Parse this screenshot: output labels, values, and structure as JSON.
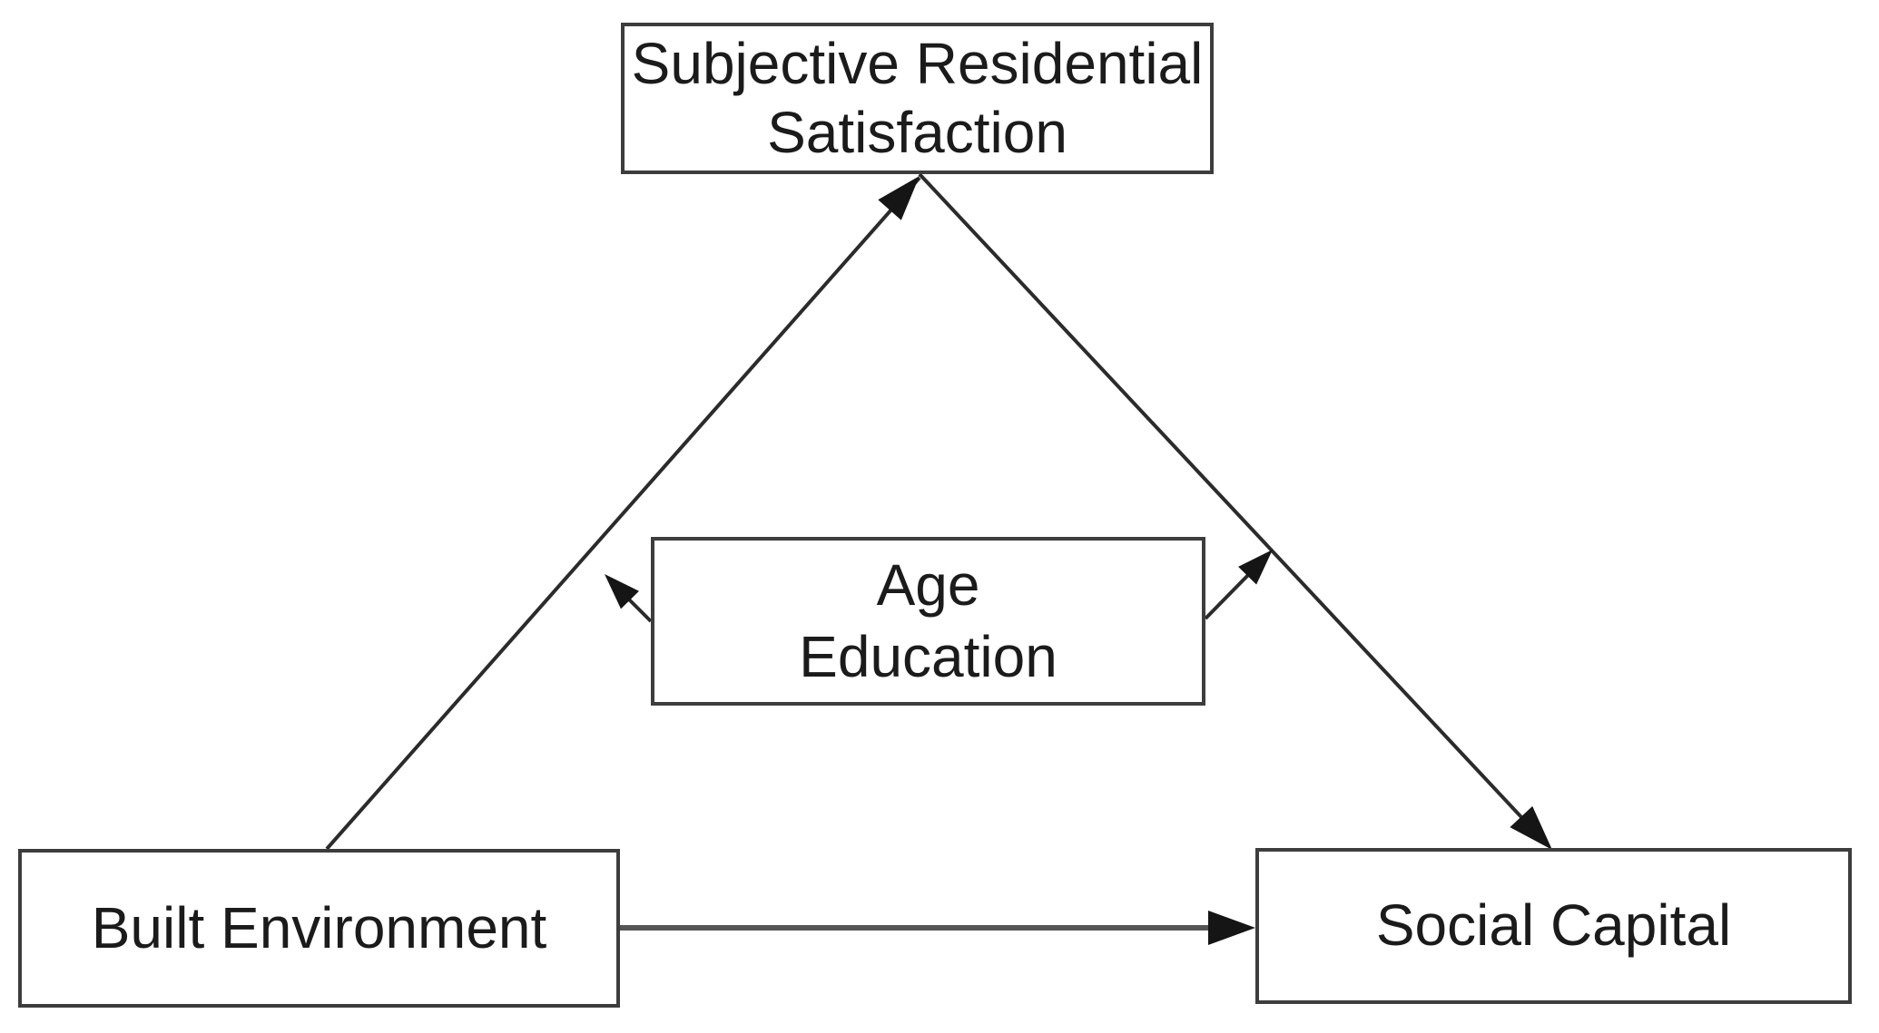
{
  "diagram": {
    "type": "conceptual-path-model",
    "background_color": "#ffffff",
    "box_border_color": "#3d3d3d",
    "line_color": "#2b2b2b",
    "arrowhead_color": "#151515",
    "text_color": "#1b1b1b",
    "nodes": {
      "srs": {
        "lines": [
          "Subjective Residential",
          "Satisfaction"
        ],
        "full_label": "Subjective Residential Satisfaction"
      },
      "moderators": {
        "lines": [
          "Age",
          "Education"
        ],
        "full_label": "Age Education"
      },
      "built_environment": {
        "label": "Built Environment"
      },
      "social_capital": {
        "label": "Social Capital"
      }
    },
    "edges": [
      {
        "from": "built_environment",
        "to": "srs",
        "style": "directed-arrow",
        "arrowhead_at": "srs"
      },
      {
        "from": "srs",
        "to": "social_capital",
        "style": "directed-arrow",
        "arrowhead_at": "social_capital"
      },
      {
        "from": "built_environment",
        "to": "social_capital",
        "style": "directed-arrow",
        "arrowhead_at": "social_capital"
      },
      {
        "from": "moderators",
        "to": "path built_environment->srs",
        "style": "moderation-arrow",
        "arrowhead_at": "path"
      },
      {
        "from": "moderators",
        "to": "path srs->social_capital",
        "style": "moderation-arrow",
        "arrowhead_at": "path"
      }
    ]
  }
}
